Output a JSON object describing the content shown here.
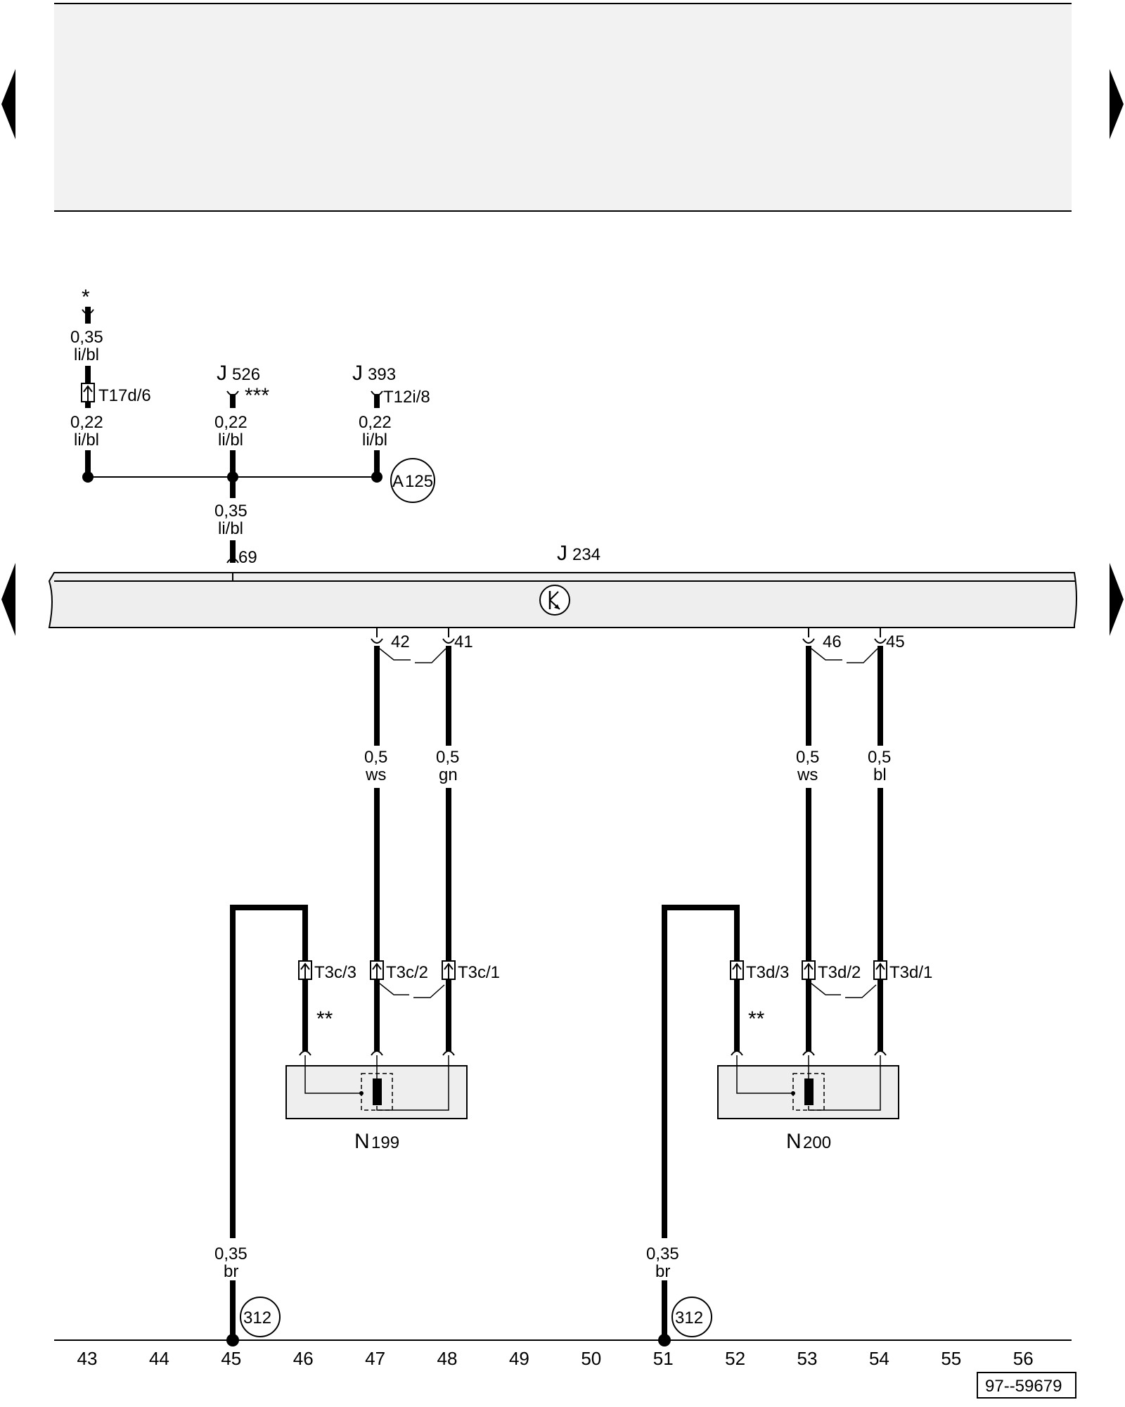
{
  "nav": {
    "prev_icon": "triangle-left-icon",
    "next_icon": "triangle-right-icon"
  },
  "header_band": {
    "color": "#f2f2f2"
  },
  "top_feed": {
    "asterisk": "*",
    "wire_top": {
      "size": "0,35",
      "color": "li/bl"
    },
    "connector": "T17d/6",
    "wire_bottom": {
      "size": "0,22",
      "color": "li/bl"
    }
  },
  "j526_feed": {
    "component_letter": "J",
    "component_number": "526",
    "asterisks": "***",
    "wire": {
      "size": "0,22",
      "color": "li/bl"
    }
  },
  "j393_feed": {
    "component_letter": "J",
    "component_number": "393",
    "connector": "T12i/8",
    "wire": {
      "size": "0,22",
      "color": "li/bl"
    },
    "junction": {
      "letter": "A",
      "number": "125"
    }
  },
  "main_feed": {
    "wire": {
      "size": "0,35",
      "color": "li/bl"
    },
    "pin": "69"
  },
  "control_unit": {
    "letter": "J",
    "number": "234",
    "symbol": "transistor-symbol-icon"
  },
  "pins": {
    "p42": "42",
    "p41": "41",
    "p46": "46",
    "p45": "45"
  },
  "wires_mid": {
    "w1": {
      "size": "0,5",
      "color": "ws"
    },
    "w2": {
      "size": "0,5",
      "color": "gn"
    },
    "w3": {
      "size": "0,5",
      "color": "ws"
    },
    "w4": {
      "size": "0,5",
      "color": "bl"
    }
  },
  "connectors_left": {
    "c3": "T3c/3",
    "c2": "T3c/2",
    "c1": "T3c/1"
  },
  "connectors_right": {
    "c3": "T3d/3",
    "c2": "T3d/2",
    "c1": "T3d/1"
  },
  "shield_note": "**",
  "igniter_left": {
    "letter": "N",
    "number": "199"
  },
  "igniter_right": {
    "letter": "N",
    "number": "200"
  },
  "ground_wires": {
    "left": {
      "size": "0,35",
      "color": "br"
    },
    "right": {
      "size": "0,35",
      "color": "br"
    }
  },
  "ground_points": {
    "left": "312",
    "right": "312"
  },
  "column_numbers": [
    "43",
    "44",
    "45",
    "46",
    "47",
    "48",
    "49",
    "50",
    "51",
    "52",
    "53",
    "54",
    "55",
    "56"
  ],
  "figure_id": "97--59679"
}
